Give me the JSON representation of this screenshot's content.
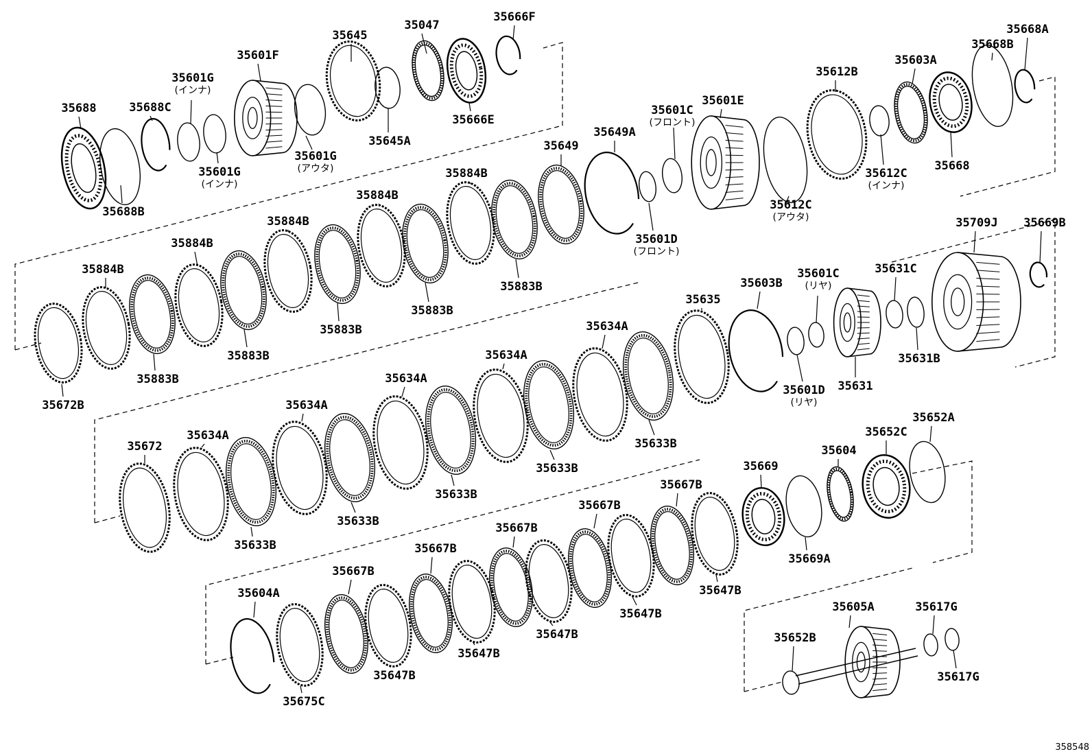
{
  "diagram_code": "358548",
  "labels": [
    {
      "text": "35688"
    },
    {
      "text": "35688C"
    },
    {
      "text": "35601G",
      "sub": "(インナ)"
    },
    {
      "text": "35601F"
    },
    {
      "text": "35645"
    },
    {
      "text": "35047"
    },
    {
      "text": "35666F"
    },
    {
      "text": "35688B"
    },
    {
      "text": "35601G",
      "sub": "(インナ)"
    },
    {
      "text": "35601G",
      "sub": "(アウタ)"
    },
    {
      "text": "35645A"
    },
    {
      "text": "35666E"
    },
    {
      "text": "35601C",
      "sub": "(フロント)"
    },
    {
      "text": "35601E"
    },
    {
      "text": "35649A"
    },
    {
      "text": "35649"
    },
    {
      "text": "35884B"
    },
    {
      "text": "35884B"
    },
    {
      "text": "35884B"
    },
    {
      "text": "35884B"
    },
    {
      "text": "35884B"
    },
    {
      "text": "35601D",
      "sub": "(フロント)"
    },
    {
      "text": "35883B"
    },
    {
      "text": "35883B"
    },
    {
      "text": "35883B"
    },
    {
      "text": "35883B"
    },
    {
      "text": "35883B"
    },
    {
      "text": "35672B"
    },
    {
      "text": "35612B"
    },
    {
      "text": "35603A"
    },
    {
      "text": "35668B"
    },
    {
      "text": "35668A"
    },
    {
      "text": "35612C",
      "sub": "(インナ)"
    },
    {
      "text": "35668"
    },
    {
      "text": "35612C",
      "sub": "(アウタ)"
    },
    {
      "text": "35709J"
    },
    {
      "text": "35669B"
    },
    {
      "text": "35631C"
    },
    {
      "text": "35601C",
      "sub": "(リヤ)"
    },
    {
      "text": "35603B"
    },
    {
      "text": "35635"
    },
    {
      "text": "35634A"
    },
    {
      "text": "35634A"
    },
    {
      "text": "35634A"
    },
    {
      "text": "35634A"
    },
    {
      "text": "35634A"
    },
    {
      "text": "35672"
    },
    {
      "text": "35631B"
    },
    {
      "text": "35631"
    },
    {
      "text": "35601D",
      "sub": "(リヤ)"
    },
    {
      "text": "35633B"
    },
    {
      "text": "35633B"
    },
    {
      "text": "35633B"
    },
    {
      "text": "35633B"
    },
    {
      "text": "35633B"
    },
    {
      "text": "35652A"
    },
    {
      "text": "35652C"
    },
    {
      "text": "35604"
    },
    {
      "text": "35669"
    },
    {
      "text": "35667B"
    },
    {
      "text": "35667B"
    },
    {
      "text": "35667B"
    },
    {
      "text": "35667B"
    },
    {
      "text": "35667B"
    },
    {
      "text": "35604A"
    },
    {
      "text": "35669A"
    },
    {
      "text": "35647B"
    },
    {
      "text": "35647B"
    },
    {
      "text": "35647B"
    },
    {
      "text": "35647B"
    },
    {
      "text": "35647B"
    },
    {
      "text": "35675C"
    },
    {
      "text": "35605A"
    },
    {
      "text": "35617G"
    },
    {
      "text": "35652B"
    },
    {
      "text": "35617G"
    }
  ]
}
